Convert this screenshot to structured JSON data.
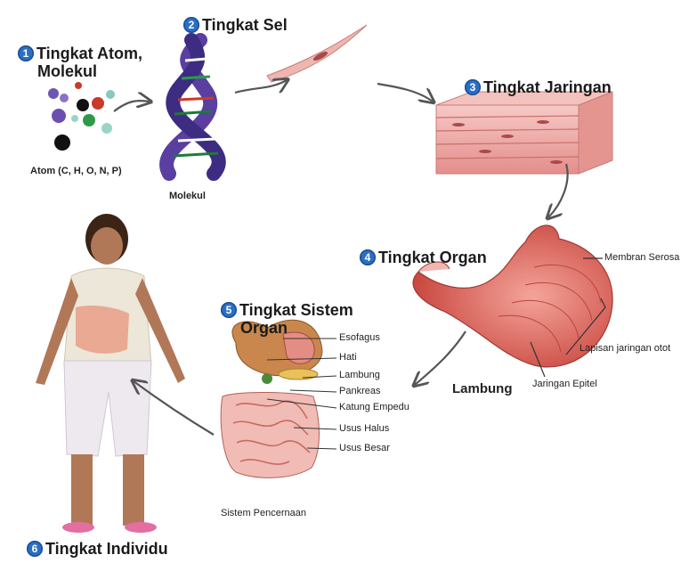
{
  "levels": {
    "l1": {
      "num": "1",
      "line1": "Tingkat Atom,",
      "line2": "Molekul"
    },
    "l2": {
      "num": "2",
      "line1": "Tingkat Sel"
    },
    "l3": {
      "num": "3",
      "line1": "Tingkat Jaringan"
    },
    "l4": {
      "num": "4",
      "line1": "Tingkat Organ"
    },
    "l5": {
      "num": "5",
      "line1": "Tingkat Sistem",
      "line2": "Organ"
    },
    "l6": {
      "num": "6",
      "line1": "Tingkat Individu"
    }
  },
  "captions": {
    "atom": "Atom (C, H, O, N, P)",
    "molekul": "Molekul",
    "lambung": "Lambung",
    "sistem": "Sistem Pencernaan"
  },
  "organ_labels": {
    "membran": "Membran Serosa",
    "lapisan": "Lapisan jaringan otot",
    "epitel": "Jaringan Epitel"
  },
  "system_labels": [
    "Esofagus",
    "Hati",
    "Lambung",
    "Pankreas",
    "Katung Empedu",
    "Usus Halus",
    "Usus Besar"
  ],
  "colors": {
    "badge": "#2a6fc4",
    "tissue": "#e9a2a0",
    "organ": "#d9675f",
    "molecule": "#5a3fa0"
  }
}
